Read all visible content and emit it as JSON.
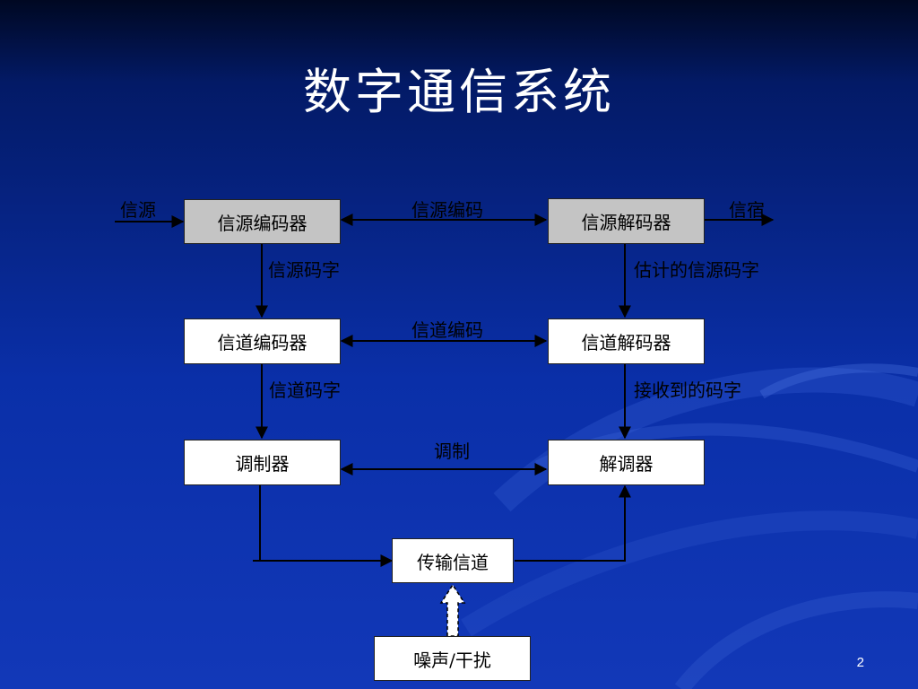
{
  "slide": {
    "title": "数字通信系统",
    "page_number": "2"
  },
  "blocks": {
    "source_encoder": "信源编码器",
    "source_decoder": "信源解码器",
    "channel_encoder": "信道编码器",
    "channel_decoder": "信道解码器",
    "modulator": "调制器",
    "demodulator": "解调器",
    "channel": "传输信道",
    "noise": "噪声/干扰"
  },
  "labels": {
    "source": "信源",
    "sink": "信宿",
    "source_coding": "信源编码",
    "source_codeword": "信源码字",
    "estimated_source_codeword": "估计的信源码字",
    "channel_coding": "信道编码",
    "channel_codeword": "信道码字",
    "received_codeword": "接收到的码字",
    "modulation": "调制"
  },
  "colors": {
    "background_top": "#000822",
    "background_bottom": "#1238b8",
    "gray_box": "#c4c4c4",
    "white_box": "#ffffff",
    "line": "#000000"
  }
}
